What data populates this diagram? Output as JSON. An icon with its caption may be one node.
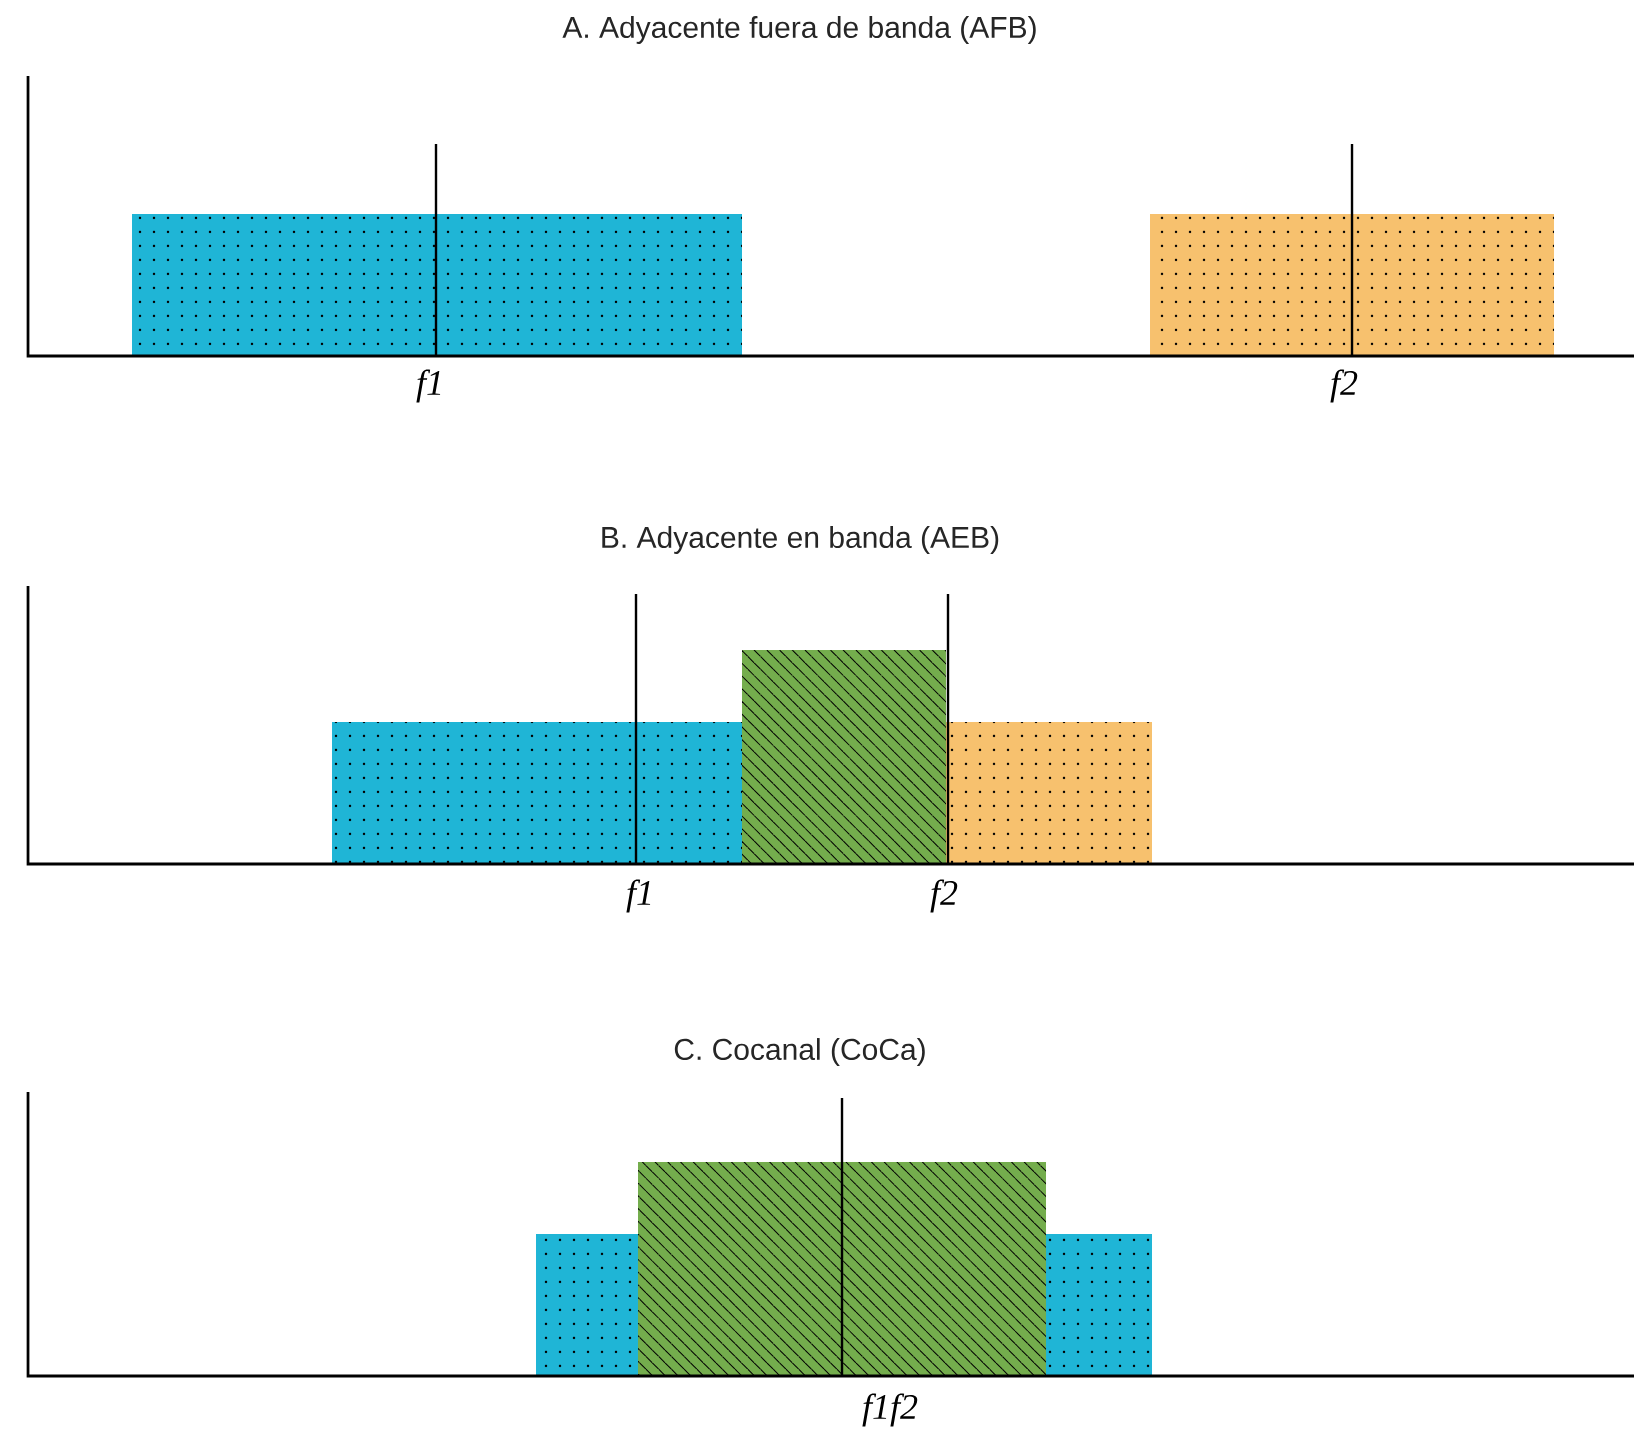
{
  "diagram": {
    "labels": [
      "A. Adyacente fuera de banda (AFB)",
      "f1",
      "f2",
      "B. Adyacente en banda (AEB)",
      "f1",
      "f2",
      "C. Cocanal (CoCa)",
      "f1f2"
    ]
  }
}
